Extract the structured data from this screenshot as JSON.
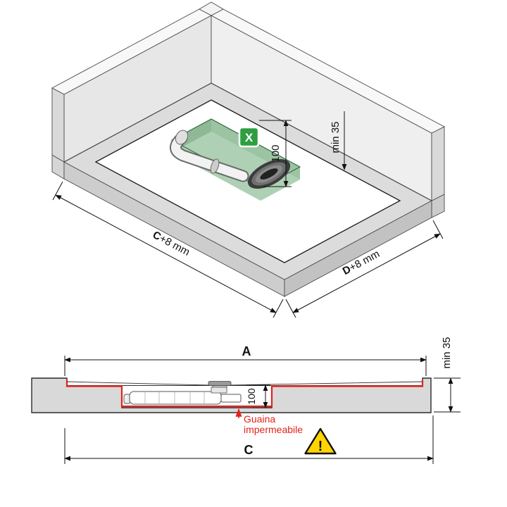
{
  "iso": {
    "dim_100": "100",
    "dim_min35": "min 35",
    "dim_c": {
      "prefix": "C",
      "suffix": "+8 mm"
    },
    "dim_d": {
      "prefix": "D",
      "suffix": "+8 mm"
    },
    "marker_x": "X"
  },
  "section": {
    "dim_a": "A",
    "dim_c": "C",
    "dim_100": "100",
    "dim_min35": "min 35",
    "membrane_line1": "Guaina",
    "membrane_line2": "impermeabile",
    "warning": "!"
  },
  "colors": {
    "membrane_red": "#e2231a",
    "pocket_green": "#aed0b4",
    "marker_green": "#2e9e41",
    "warning_yellow": "#ffd400"
  }
}
